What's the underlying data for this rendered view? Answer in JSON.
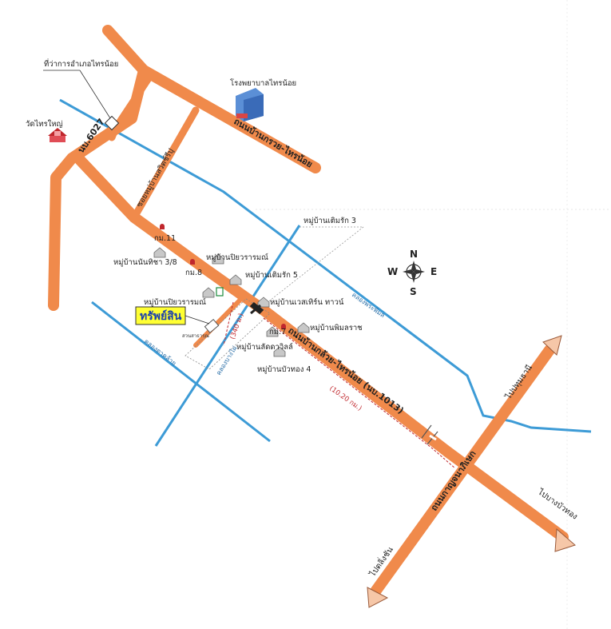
{
  "map": {
    "district_office": "ที่ว่าการอำเภอไทรน้อย",
    "temple": "วัดไทรใหญ่",
    "hospital": "โรงพยาบาลไทรน้อย",
    "road_6027": "นบ.6027",
    "road_kruay_sainoi": "ถนนบ้านกรวย-ไทรน้อย",
    "soi_road": "ซอยหมู่บ้านสวิตช์รีปุ",
    "village_termrak3": "หมู่บ้านเติมรัก 3",
    "km11": "กม.11",
    "km8": "กม.8",
    "km7": "กม.7",
    "village_nanthicha": "หมู่บ้านนันทิชา 3/8",
    "village_piyawaram_1": "หมู่บ้านปิยวรารมณ์",
    "village_termrak5": "หมู่บ้านเติมรัก 5",
    "village_piyawaram_2": "หมู่บ้านปิยวรารมณ์",
    "village_vestern": "หมู่บ้านเวสเทิร์น ทาวน์",
    "village_pimrat": "หมู่บ้านพิมลราช",
    "village_ladawan": "หมู่บ้านลัดดาวิลล์",
    "village_buathong4": "หมู่บ้านบัวทอง 4",
    "property_label": "ทรัพย์สิน",
    "small_note": "สวนสาธารณ",
    "dist_340": "(340 ม.)",
    "dist_1020": "(10.20 กม.)",
    "main_road": "ถนนบ้านกล้วย-ไทรน้อย (นบ.1013)",
    "canal_phimon": "คลองพระพิมล",
    "canal_left": "คลองตาคล้าย",
    "canal_small": "คลองบางไผ่",
    "kanchana_road": "ถนนกาญจนาภิเษก",
    "to_pathum": "ไปปทุมธานี",
    "to_bangbuathong": "ไปบางบัวทอง",
    "to_lingchan": "ไปตลิ่งชัน",
    "compass": {
      "n": "N",
      "s": "S",
      "e": "E",
      "w": "W"
    }
  },
  "colors": {
    "road": "#f08a4b",
    "road_edge": "#e5763a",
    "canal": "#3d9bd6",
    "property": "#1a3fae",
    "highlight": "#ffff33"
  }
}
